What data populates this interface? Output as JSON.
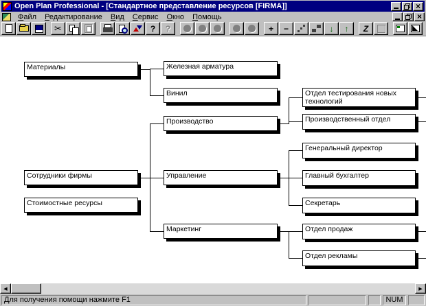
{
  "window": {
    "title": "Open Plan Professional - [Стандартное представление ресурсов [FIRMA]]",
    "close_glyph": "×",
    "colors": {
      "titlebar": "#000080",
      "chrome": "#c0c0c0",
      "canvas": "#ffffff",
      "node_border": "#000000"
    }
  },
  "menu": {
    "items": [
      "Файл",
      "Редактирование",
      "Вид",
      "Сервис",
      "Окно",
      "Помощь"
    ]
  },
  "toolbar": {
    "buttons": [
      {
        "name": "new-document",
        "enabled": true
      },
      {
        "name": "open-folder",
        "enabled": true
      },
      {
        "name": "save",
        "enabled": true
      },
      {
        "name": "cut",
        "enabled": true,
        "glyph": "✂"
      },
      {
        "name": "copy",
        "enabled": true
      },
      {
        "name": "paste",
        "enabled": false
      },
      {
        "name": "print",
        "enabled": true
      },
      {
        "name": "print-preview",
        "enabled": true
      },
      {
        "name": "outline-levels",
        "enabled": true
      },
      {
        "name": "help",
        "enabled": true,
        "glyph": "?"
      },
      {
        "name": "context-help",
        "enabled": false,
        "glyph": "?"
      },
      {
        "name": "resource-tool-1",
        "enabled": false
      },
      {
        "name": "resource-tool-2",
        "enabled": false
      },
      {
        "name": "resource-tool-3",
        "enabled": false
      },
      {
        "name": "resource-tool-4",
        "enabled": false
      },
      {
        "name": "resource-tool-5",
        "enabled": false
      },
      {
        "name": "expand",
        "enabled": true,
        "glyph": "+"
      },
      {
        "name": "collapse",
        "enabled": true,
        "glyph": "−"
      },
      {
        "name": "link-nodes",
        "enabled": true
      },
      {
        "name": "steps",
        "enabled": true
      },
      {
        "name": "move-down",
        "enabled": true,
        "glyph": "↓"
      },
      {
        "name": "move-up",
        "enabled": true,
        "glyph": "↑"
      },
      {
        "name": "zigzag",
        "enabled": true,
        "glyph": "Z"
      },
      {
        "name": "notes",
        "enabled": false
      },
      {
        "name": "tile-window",
        "enabled": true
      },
      {
        "name": "new-window",
        "enabled": true
      }
    ]
  },
  "tree": {
    "nodes": [
      {
        "label": "Материалы",
        "parent": null
      },
      {
        "label": "Железная арматура",
        "parent": "Материалы"
      },
      {
        "label": "Винил",
        "parent": "Материалы"
      },
      {
        "label": "Сотрудники фирмы",
        "parent": null
      },
      {
        "label": "Производство",
        "parent": "Сотрудники фирмы"
      },
      {
        "label": "Управление",
        "parent": "Сотрудники фирмы"
      },
      {
        "label": "Маркетинг",
        "parent": "Сотрудники фирмы"
      },
      {
        "label": "Стоимостные ресурсы",
        "parent": null
      },
      {
        "label": "Отдел тестирования новых технологий",
        "parent": "Производство"
      },
      {
        "label": "Производственный отдел",
        "parent": "Производство"
      },
      {
        "label": "Генеральный директор",
        "parent": "Управление"
      },
      {
        "label": "Главный бухгалтер",
        "parent": "Управление"
      },
      {
        "label": "Секретарь",
        "parent": "Управление"
      },
      {
        "label": "Отдел продаж",
        "parent": "Маркетинг"
      },
      {
        "label": "Отдел рекламы",
        "parent": "Маркетинг"
      }
    ]
  },
  "scrollbar": {
    "left_arrow": "◀",
    "right_arrow": "▶"
  },
  "statusbar": {
    "message": "Для получения помощи нажмите F1",
    "num_indicator": "NUM"
  }
}
